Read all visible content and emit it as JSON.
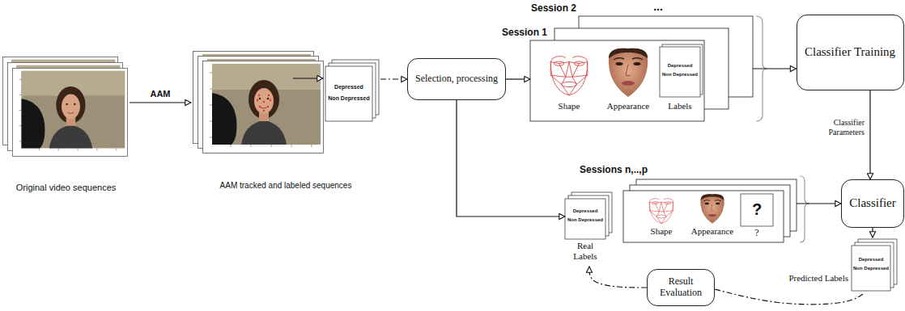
{
  "diagram": {
    "nodes": [
      {
        "text": [
          "Original video sequences"
        ]
      },
      {
        "text": [
          "AAM tracked and labeled sequences"
        ]
      },
      {
        "text": [
          "Depressed",
          "Non Depressed"
        ],
        "in": 1
      },
      {
        "text": [
          "Selection, processing"
        ]
      },
      {
        "text": [
          "Session 1"
        ]
      },
      {
        "text": [
          "Depressed",
          "Non Depressed",
          "Labels"
        ],
        "in": 4
      },
      {
        "text": [
          "Classifier Training"
        ]
      },
      {
        "text": [
          "Classifier"
        ]
      },
      {
        "text": [
          "Sessions n,..,p"
        ]
      },
      {
        "text": [
          "?",
          "?"
        ],
        "in": 8
      },
      {
        "text": [
          "Depressed",
          "Non Depressed",
          "Real Labels"
        ]
      },
      {
        "text": [
          "Predicted Labels",
          "Depressed",
          "Non Depressed"
        ]
      },
      {
        "text": [
          "Result Evaluation"
        ]
      }
    ],
    "edges": [
      {
        "from": 0,
        "to": 1,
        "arrow": "to",
        "label": "AAM"
      },
      {
        "from": 1,
        "to": 3,
        "arrow": "to"
      },
      {
        "from": 3,
        "to": 4,
        "arrow": "to"
      },
      {
        "from": 4,
        "to": 6,
        "arrow": "to"
      },
      {
        "from": 6,
        "to": 7,
        "arrow": "to",
        "label": "Classifier Parameters"
      },
      {
        "from": 3,
        "to": 10,
        "arrow": "to"
      },
      {
        "from": 8,
        "to": 7,
        "arrow": "to"
      },
      {
        "from": 7,
        "to": 11,
        "arrow": "to"
      },
      {
        "from": 11,
        "to": 12,
        "arrow": "none"
      },
      {
        "from": 12,
        "to": 10,
        "arrow": "to"
      }
    ],
    "labels": [
      "...",
      "Session 2",
      "Shape",
      "Appearance",
      "Shape",
      "Appearance"
    ]
  }
}
